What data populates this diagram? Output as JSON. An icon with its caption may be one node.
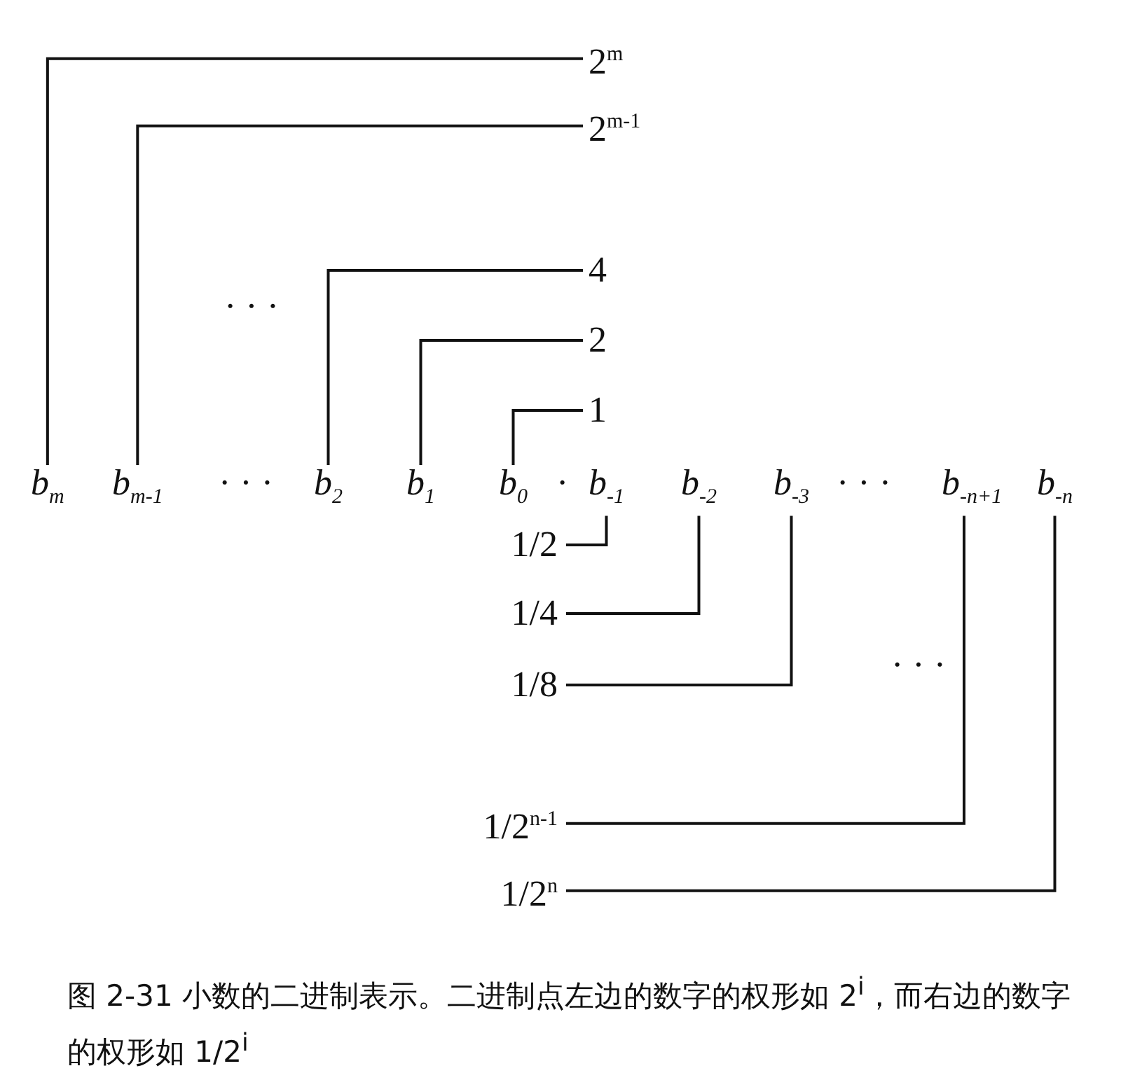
{
  "diagram": {
    "caption": "图 2-31 小数的二进制表示。二进制点左边的数字的权形如 2$^{i}$，而右边的数字的权形如 1/2$^{i}$",
    "nodes": [
      {
        "text": [
          "2$^{m}$"
        ]
      },
      {
        "text": [
          "2$^{m-1}$"
        ]
      },
      {
        "text": [
          "4"
        ]
      },
      {
        "text": [
          "2"
        ]
      },
      {
        "text": [
          "1"
        ]
      },
      {
        "text": [
          "b$_{m}$"
        ]
      },
      {
        "text": [
          "b$_{m-1}$"
        ]
      },
      {
        "text": [
          "b$_{2}$"
        ]
      },
      {
        "text": [
          "b$_{1}$"
        ]
      },
      {
        "text": [
          "b$_{0}$"
        ]
      },
      {
        "text": [
          "b$_{-1}$"
        ]
      },
      {
        "text": [
          "b$_{-2}$"
        ]
      },
      {
        "text": [
          "b$_{-3}$"
        ]
      },
      {
        "text": [
          "b$_{-n+1}$"
        ]
      },
      {
        "text": [
          "b$_{-n}$"
        ]
      },
      {
        "text": [
          "1/2"
        ]
      },
      {
        "text": [
          "1/4"
        ]
      },
      {
        "text": [
          "1/8"
        ]
      },
      {
        "text": [
          "1/2$^{n-1}$"
        ]
      },
      {
        "text": [
          "1/2$^{n}$"
        ]
      }
    ],
    "edges": [
      {
        "from": 5,
        "to": 0,
        "arrow": "none"
      },
      {
        "from": 6,
        "to": 1,
        "arrow": "none"
      },
      {
        "from": 7,
        "to": 2,
        "arrow": "none"
      },
      {
        "from": 8,
        "to": 3,
        "arrow": "none"
      },
      {
        "from": 9,
        "to": 4,
        "arrow": "none"
      },
      {
        "from": 10,
        "to": 15,
        "arrow": "none"
      },
      {
        "from": 11,
        "to": 16,
        "arrow": "none"
      },
      {
        "from": 12,
        "to": 17,
        "arrow": "none"
      },
      {
        "from": 13,
        "to": 18,
        "arrow": "none"
      },
      {
        "from": 14,
        "to": 19,
        "arrow": "none"
      }
    ],
    "labels": [
      "· · ·",
      "· · ·",
      "·",
      "· · ·",
      "· · ·"
    ]
  }
}
